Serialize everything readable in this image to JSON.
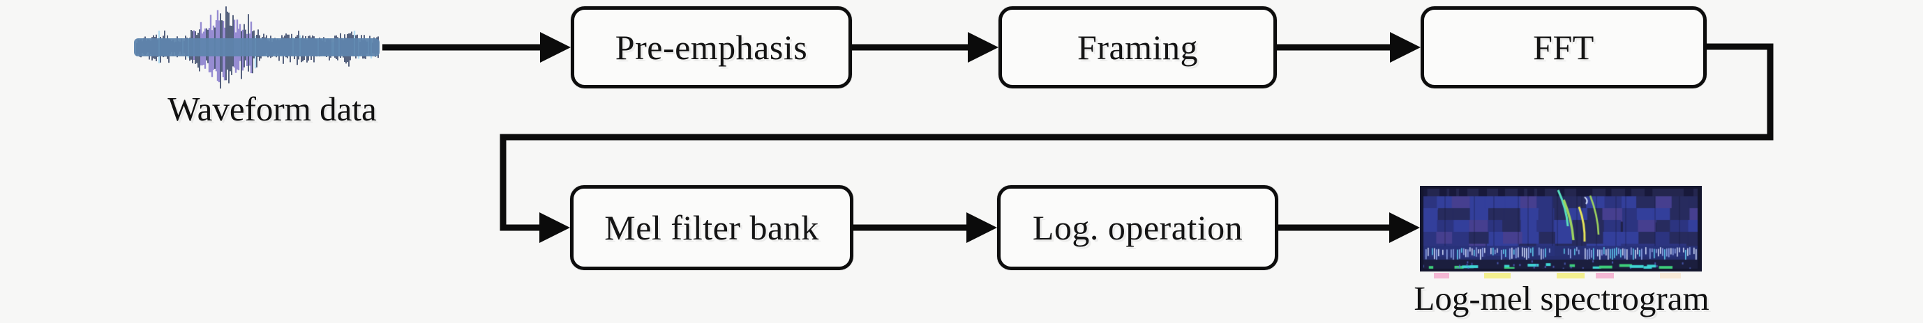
{
  "diagram": {
    "kind": "audio-feature-extraction-pipeline",
    "flow_order": [
      "Waveform data",
      "Pre-emphasis",
      "Framing",
      "FFT",
      "Mel filter bank",
      "Log. operation",
      "Log-mel spectrogram"
    ]
  },
  "nodes": {
    "pre_emphasis": {
      "label": "Pre-emphasis"
    },
    "framing": {
      "label": "Framing"
    },
    "fft": {
      "label": "FFT"
    },
    "mel_filter_bank": {
      "label": "Mel filter bank"
    },
    "log_operation": {
      "label": "Log. operation"
    }
  },
  "captions": {
    "waveform": "Waveform data",
    "spectrogram": "Log-mel spectrogram"
  },
  "colors": {
    "background": "#f7f7f6",
    "arrow": "#0b0b0b",
    "box_border": "#0d0d0d",
    "box_fill": "#fbfbfa",
    "waveform_body": "#5e85ad",
    "waveform_spike_dark": "#26355a",
    "waveform_spike_purple": "#968cd2",
    "waveform_spike_light": "#b4ddf2",
    "spectrogram_bg": "#20224a",
    "spectrogram_top_strip": "#24264f",
    "spectrogram_cell_base": "#333f9b",
    "spectrogram_cell_mid": "#2c3480",
    "spectrogram_cell_dark": "#272b5e",
    "spectrogram_cell_purple": "#463f8f",
    "spectrogram_speckle_blue": "#8fa5e6",
    "spectrogram_speckle_white": "#ccd7f7",
    "spectrogram_speckle_cyan": "#5fc6ea",
    "spectrogram_streak_green": "#9ed45f",
    "spectrogram_streak_yellow": "#e6e459",
    "spectrogram_streak_cyan": "#58e0c0",
    "spectrogram_bottom_strip": "#1b1e3e",
    "spectrogram_bottom_green": "#3ecf7a",
    "spectrogram_bottom_cyan": "#3fd4d4",
    "spectrogram_edge": "#14162e",
    "dash_yellow": "#f2ef8f",
    "dash_pink": "#f4b8d4",
    "dash_cream": "#f7ead8"
  }
}
